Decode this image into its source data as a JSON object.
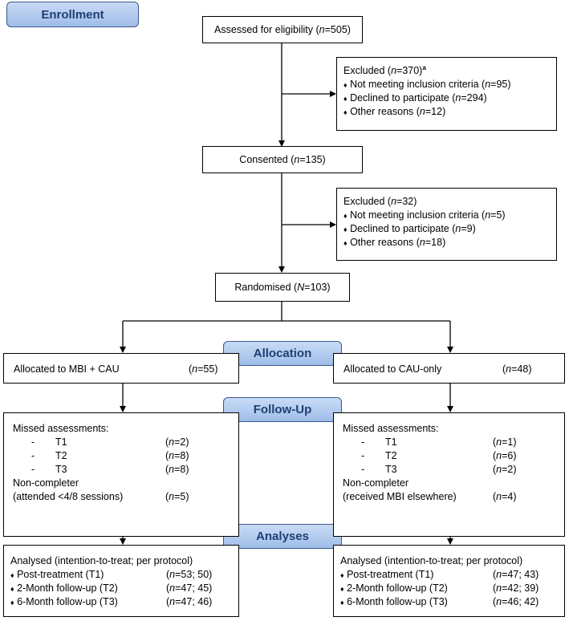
{
  "stages": {
    "enrollment": "Enrollment",
    "allocation": "Allocation",
    "followup": "Follow-Up",
    "analyses": "Analyses"
  },
  "assessed": {
    "label": "Assessed for eligibility (",
    "n_var": "n",
    "n_val": "=505)"
  },
  "excluded1": {
    "title": "Excluded (",
    "n_var": "n",
    "n_val": "=370)",
    "footnote": "a",
    "bullet": "♦",
    "items": [
      {
        "label": "Not meeting inclusion criteria (",
        "n_var": "n",
        "n_val": "=95)"
      },
      {
        "label": "Declined to participate (",
        "n_var": "n",
        "n_val": "=294)"
      },
      {
        "label": "Other reasons (",
        "n_var": "n",
        "n_val": "=12)"
      }
    ]
  },
  "consented": {
    "label": "Consented (",
    "n_var": "n",
    "n_val": "=135)"
  },
  "excluded2": {
    "title": "Excluded (",
    "n_var": "n",
    "n_val": "=32)",
    "bullet": "♦",
    "items": [
      {
        "label": "Not meeting inclusion criteria (",
        "n_var": "n",
        "n_val": "=5)"
      },
      {
        "label": "Declined to participate (",
        "n_var": "n",
        "n_val": "=9)"
      },
      {
        "label": "Other reasons (",
        "n_var": "n",
        "n_val": "=18)"
      }
    ]
  },
  "randomised": {
    "label": "Randomised (",
    "n_var": "N",
    "n_val": "=103)"
  },
  "alloc_left": {
    "label": "Allocated to MBI + CAU",
    "open": "(",
    "n_var": "n",
    "n_val": "=55)"
  },
  "alloc_right": {
    "label": "Allocated to CAU-only",
    "open": "(",
    "n_var": "n",
    "n_val": "=48)"
  },
  "follow_left": {
    "title": "Missed assessments:",
    "dash": "-",
    "items": [
      {
        "label": "T1",
        "open": "(",
        "n_var": "n",
        "n_val": "=2)"
      },
      {
        "label": "T2",
        "open": "(",
        "n_var": "n",
        "n_val": "=8)"
      },
      {
        "label": "T3",
        "open": "(",
        "n_var": "n",
        "n_val": "=8)"
      }
    ],
    "noncompleter": "Non-completer",
    "reason": "(attended <4/8 sessions)",
    "reason_open": "(",
    "reason_n_var": "n",
    "reason_n_val": "=5)"
  },
  "follow_right": {
    "title": "Missed assessments:",
    "dash": "-",
    "items": [
      {
        "label": "T1",
        "open": "(",
        "n_var": "n",
        "n_val": "=1)"
      },
      {
        "label": "T2",
        "open": "(",
        "n_var": "n",
        "n_val": "=6)"
      },
      {
        "label": "T3",
        "open": "(",
        "n_var": "n",
        "n_val": "=2)"
      }
    ],
    "noncompleter": "Non-completer",
    "reason": "(received MBI elsewhere)",
    "reason_open": "(",
    "reason_n_var": "n",
    "reason_n_val": "=4)"
  },
  "analyses_left": {
    "title": "Analysed (intention-to-treat; per protocol)",
    "bullet": "♦",
    "items": [
      {
        "label": "Post-treatment (T1)",
        "open": "(",
        "n_var": "n",
        "n_val": "=53; 50)"
      },
      {
        "label": "2-Month follow-up (T2)",
        "open": "(",
        "n_var": "n",
        "n_val": "=47; 45)"
      },
      {
        "label": "6-Month follow-up (T3)",
        "open": "(",
        "n_var": "n",
        "n_val": "=47; 46)"
      }
    ]
  },
  "analyses_right": {
    "title": "Analysed (intention-to-treat; per protocol)",
    "bullet": "♦",
    "items": [
      {
        "label": "Post-treatment (T1)",
        "open": "(",
        "n_var": "n",
        "n_val": "=47; 43)"
      },
      {
        "label": "2-Month follow-up (T2)",
        "open": "(",
        "n_var": "n",
        "n_val": "=42; 39)"
      },
      {
        "label": "6-Month follow-up (T3)",
        "open": "(",
        "n_var": "n",
        "n_val": "=46; 42)"
      }
    ]
  }
}
